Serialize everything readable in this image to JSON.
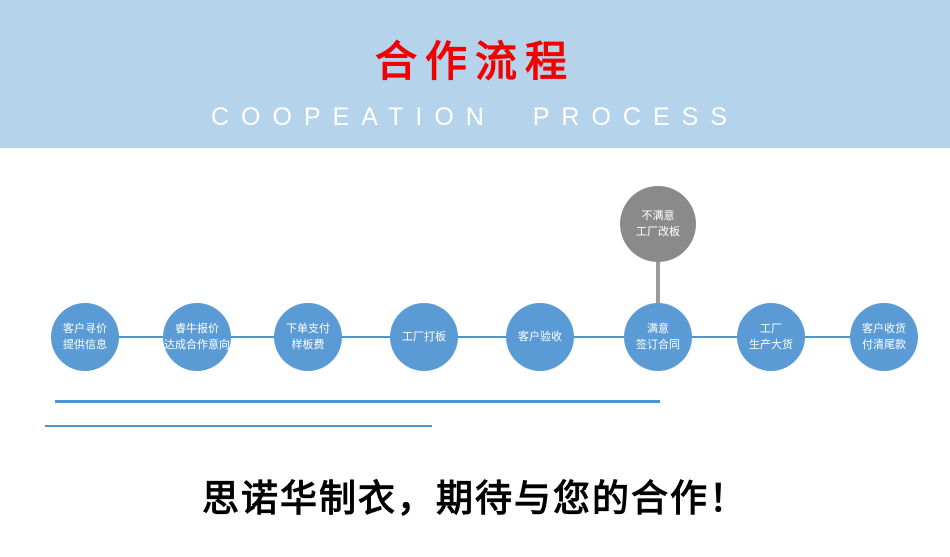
{
  "banner": {
    "title": "合作流程",
    "subtitle": "COOPEATION PROCESS"
  },
  "flow": {
    "steps": [
      {
        "line1": "客户寻价",
        "line2": "提供信息"
      },
      {
        "line1": "睿牛报价",
        "line2": "达成合作意向"
      },
      {
        "line1": "下单支付",
        "line2": "样板费"
      },
      {
        "line1": "工厂打板",
        "line2": ""
      },
      {
        "line1": "客户验收",
        "line2": ""
      },
      {
        "line1": "满意",
        "line2": "签订合同"
      },
      {
        "line1": "工厂",
        "line2": "生产大货"
      },
      {
        "line1": "客户收货",
        "line2": "付清尾款"
      }
    ],
    "branch": {
      "line1": "不满意",
      "line2": "工厂改板"
    }
  },
  "footer": {
    "slogan": "思诺华制衣，期待与您的合作！"
  },
  "colors": {
    "banner_bg": "#b5d3eb",
    "title_red": "#f20000",
    "circle_blue": "#5b9bd5",
    "branch_gray": "#8a8a8a",
    "line_blue": "#4a96d2"
  }
}
